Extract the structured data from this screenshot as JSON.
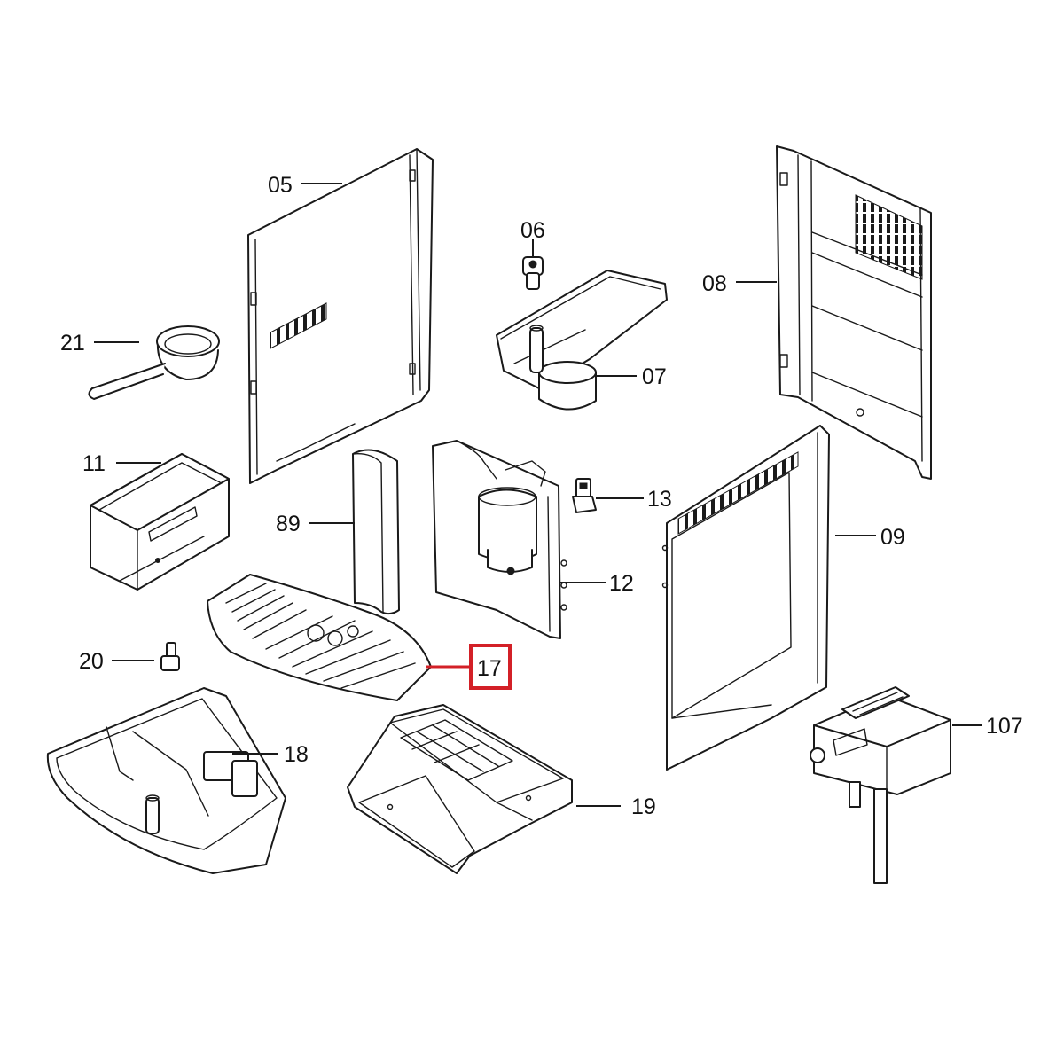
{
  "highlight": {
    "part": "17",
    "color": "#d32027"
  },
  "parts": [
    {
      "id": "05",
      "label": "05"
    },
    {
      "id": "06",
      "label": "06"
    },
    {
      "id": "07",
      "label": "07"
    },
    {
      "id": "08",
      "label": "08"
    },
    {
      "id": "21",
      "label": "21"
    },
    {
      "id": "11",
      "label": "11"
    },
    {
      "id": "89",
      "label": "89"
    },
    {
      "id": "13",
      "label": "13"
    },
    {
      "id": "09",
      "label": "09"
    },
    {
      "id": "12",
      "label": "12"
    },
    {
      "id": "20",
      "label": "20"
    },
    {
      "id": "17",
      "label": "17"
    },
    {
      "id": "18",
      "label": "18"
    },
    {
      "id": "107",
      "label": "107"
    },
    {
      "id": "19",
      "label": "19"
    }
  ]
}
